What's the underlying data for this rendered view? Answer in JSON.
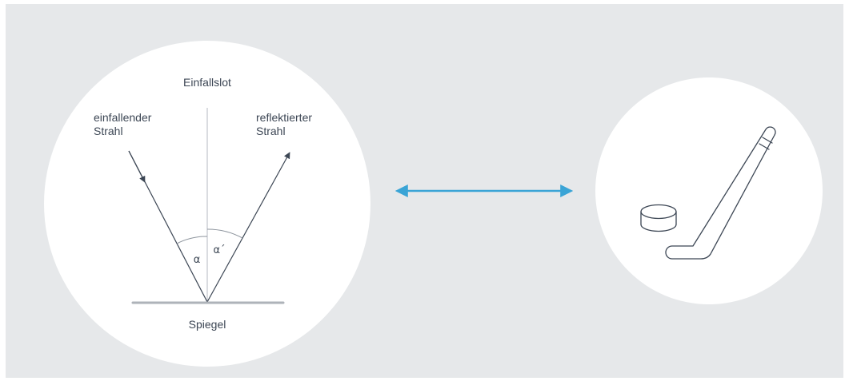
{
  "colors": {
    "panel_background": "#e6e8ea",
    "circle_fill": "#ffffff",
    "ray_color": "#3c4654",
    "normal_line_color": "#b4b9c0",
    "mirror_color": "#aeb3b9",
    "arrow_color": "#3aa4d6",
    "stick_color": "#3c4654"
  },
  "diagram": {
    "normal_label": "Einfallslot",
    "incident_label": [
      "einfallender",
      "Strahl"
    ],
    "reflected_label": [
      "reflektierter",
      "Strahl"
    ],
    "angle_in_label": "α",
    "angle_out_label": "α´",
    "mirror_label": "Spiegel"
  },
  "icons": {
    "double_arrow": "double-arrow-icon",
    "hockey": "hockey-stick-and-puck-icon"
  }
}
